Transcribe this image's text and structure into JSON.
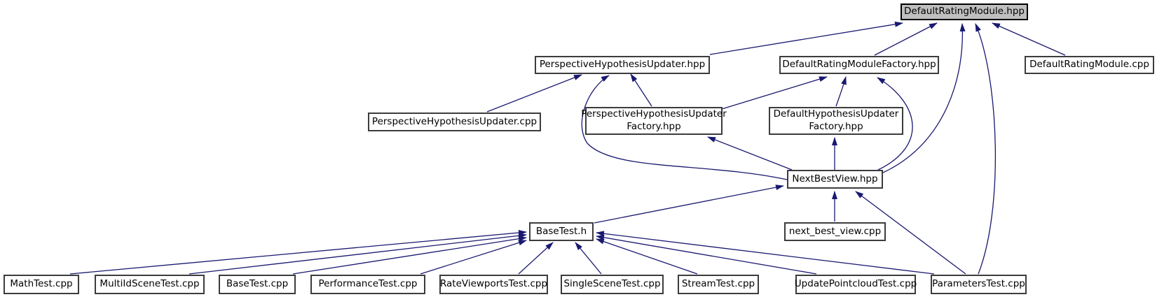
{
  "diagram": {
    "kind": "include-dependency-graph",
    "root_node": "DefaultRatingModule.hpp",
    "arrow_direction": "arrowheads point at the included file (upward)"
  },
  "colors": {
    "edge": "#191970",
    "node_border": "#3c3c3c",
    "node_fill": "#ffffff",
    "root_fill": "#bfbfbf",
    "root_border": "#000000",
    "text": "#000000",
    "background": "#ffffff"
  },
  "nodes": [
    {
      "id": "default-rating-module-hpp",
      "label": "DefaultRatingModule.hpp",
      "highlighted": true
    },
    {
      "id": "perspective-hypothesis-updater-hpp",
      "label": "PerspectiveHypothesisUpdater.hpp",
      "highlighted": false
    },
    {
      "id": "default-rating-module-factory-hpp",
      "label": "DefaultRatingModuleFactory.hpp",
      "highlighted": false
    },
    {
      "id": "default-rating-module-cpp",
      "label": "DefaultRatingModule.cpp",
      "highlighted": false
    },
    {
      "id": "perspective-hypothesis-updater-cpp",
      "label": "PerspectiveHypothesisUpdater.cpp",
      "highlighted": false
    },
    {
      "id": "perspective-hypothesis-updater-factory-hpp",
      "label": "PerspectiveHypothesisUpdater\nFactory.hpp",
      "highlighted": false
    },
    {
      "id": "default-hypothesis-updater-factory-hpp",
      "label": "DefaultHypothesisUpdater\nFactory.hpp",
      "highlighted": false
    },
    {
      "id": "next-best-view-hpp",
      "label": "NextBestView.hpp",
      "highlighted": false
    },
    {
      "id": "next-best-view-cpp",
      "label": "next_best_view.cpp",
      "highlighted": false
    },
    {
      "id": "base-test-h",
      "label": "BaseTest.h",
      "highlighted": false
    },
    {
      "id": "math-test-cpp",
      "label": "MathTest.cpp",
      "highlighted": false
    },
    {
      "id": "multi-id-scene-test-cpp",
      "label": "MultiIdSceneTest.cpp",
      "highlighted": false
    },
    {
      "id": "base-test-cpp",
      "label": "BaseTest.cpp",
      "highlighted": false
    },
    {
      "id": "performance-test-cpp",
      "label": "PerformanceTest.cpp",
      "highlighted": false
    },
    {
      "id": "rate-viewports-test-cpp",
      "label": "RateViewportsTest.cpp",
      "highlighted": false
    },
    {
      "id": "single-scene-test-cpp",
      "label": "SingleSceneTest.cpp",
      "highlighted": false
    },
    {
      "id": "stream-test-cpp",
      "label": "StreamTest.cpp",
      "highlighted": false
    },
    {
      "id": "update-pointcloud-test-cpp",
      "label": "UpdatePointcloudTest.cpp",
      "highlighted": false
    },
    {
      "id": "parameters-test-cpp",
      "label": "ParametersTest.cpp",
      "highlighted": false
    }
  ],
  "edges": [
    {
      "from": "perspective-hypothesis-updater-hpp",
      "to": "default-rating-module-hpp"
    },
    {
      "from": "default-rating-module-factory-hpp",
      "to": "default-rating-module-hpp"
    },
    {
      "from": "next-best-view-hpp",
      "to": "default-rating-module-hpp"
    },
    {
      "from": "parameters-test-cpp",
      "to": "default-rating-module-hpp"
    },
    {
      "from": "default-rating-module-cpp",
      "to": "default-rating-module-hpp"
    },
    {
      "from": "perspective-hypothesis-updater-cpp",
      "to": "perspective-hypothesis-updater-hpp"
    },
    {
      "from": "next-best-view-hpp",
      "to": "perspective-hypothesis-updater-hpp"
    },
    {
      "from": "perspective-hypothesis-updater-factory-hpp",
      "to": "perspective-hypothesis-updater-hpp"
    },
    {
      "from": "perspective-hypothesis-updater-factory-hpp",
      "to": "default-rating-module-factory-hpp"
    },
    {
      "from": "default-hypothesis-updater-factory-hpp",
      "to": "default-rating-module-factory-hpp"
    },
    {
      "from": "next-best-view-hpp",
      "to": "default-rating-module-factory-hpp"
    },
    {
      "from": "next-best-view-hpp",
      "to": "perspective-hypothesis-updater-factory-hpp"
    },
    {
      "from": "next-best-view-hpp",
      "to": "default-hypothesis-updater-factory-hpp"
    },
    {
      "from": "next-best-view-cpp",
      "to": "next-best-view-hpp"
    },
    {
      "from": "base-test-h",
      "to": "next-best-view-hpp"
    },
    {
      "from": "parameters-test-cpp",
      "to": "next-best-view-hpp"
    },
    {
      "from": "math-test-cpp",
      "to": "base-test-h"
    },
    {
      "from": "multi-id-scene-test-cpp",
      "to": "base-test-h"
    },
    {
      "from": "base-test-cpp",
      "to": "base-test-h"
    },
    {
      "from": "performance-test-cpp",
      "to": "base-test-h"
    },
    {
      "from": "rate-viewports-test-cpp",
      "to": "base-test-h"
    },
    {
      "from": "single-scene-test-cpp",
      "to": "base-test-h"
    },
    {
      "from": "stream-test-cpp",
      "to": "base-test-h"
    },
    {
      "from": "update-pointcloud-test-cpp",
      "to": "base-test-h"
    },
    {
      "from": "parameters-test-cpp",
      "to": "base-test-h"
    }
  ]
}
